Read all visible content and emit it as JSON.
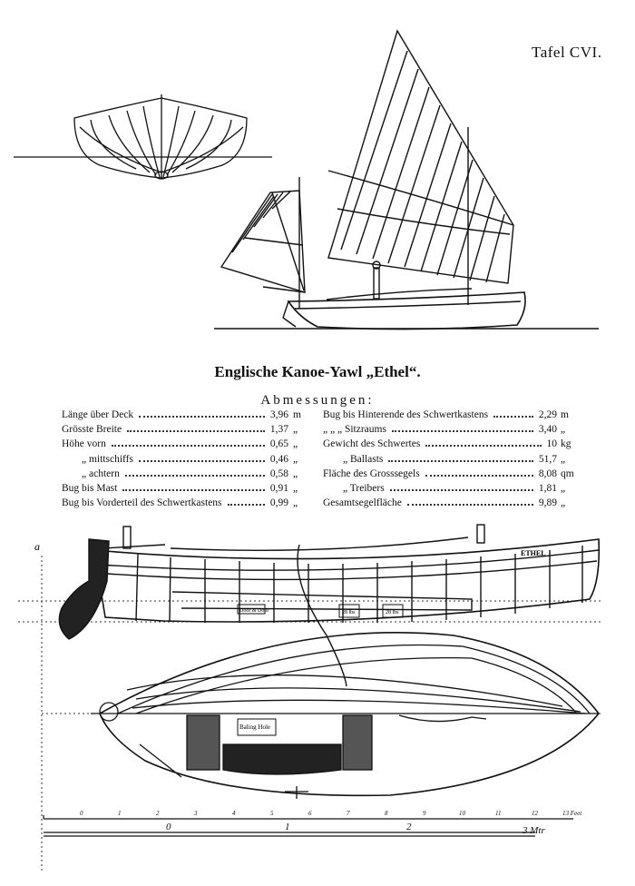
{
  "plate": {
    "number": "Tafel CVI."
  },
  "title": "Englische Kanoe-Yawl „Ethel“.",
  "subtitle": "Abmessungen:",
  "dimensions_left": [
    {
      "label": "Länge über Deck",
      "value": "3,96",
      "unit": "m"
    },
    {
      "label": "Grösste Breite",
      "value": "1,37",
      "unit": "„"
    },
    {
      "label": "Höhe vorn",
      "value": "0,65",
      "unit": "„"
    },
    {
      "label": "„ mittschiffs",
      "value": "0,46",
      "unit": "„"
    },
    {
      "label": "„ achtern",
      "value": "0,58",
      "unit": "„"
    },
    {
      "label": "Bug bis Mast",
      "value": "0,91",
      "unit": "„"
    },
    {
      "label": "Bug bis Vorderteil des Schwertkastens",
      "value": "0,99",
      "unit": "„"
    }
  ],
  "dimensions_right": [
    {
      "label": "Bug bis Hinterende des Schwertkastens",
      "value": "2,29",
      "unit": "m"
    },
    {
      "label": "„ „ „ Sitzraums",
      "value": "3,40",
      "unit": "„"
    },
    {
      "label": "Gewicht des Schwertes",
      "value": "10",
      "unit": "kg"
    },
    {
      "label": "„ Ballasts",
      "value": "51,7",
      "unit": "„"
    },
    {
      "label": "Fläche des Grosssegels",
      "value": "8,08",
      "unit": "qm"
    },
    {
      "label": "„ Treibers",
      "value": "1,81",
      "unit": "„"
    },
    {
      "label": "Gesamtsegelfläche",
      "value": "9,89",
      "unit": "„"
    }
  ],
  "drawing_labels": {
    "hull_name": "ETHEL",
    "door": "Door & Door",
    "ballast_a": "28 lbs",
    "ballast_b": "28 lbs",
    "bailing_hole": "Baling Hole",
    "margin_letter": "a"
  },
  "scale_feet": {
    "labels": [
      "0",
      "1",
      "2",
      "3",
      "4",
      "5",
      "6",
      "7",
      "8",
      "9",
      "10",
      "11",
      "12",
      "13 Feet"
    ]
  },
  "scale_meters": {
    "labels": [
      "0",
      "1",
      "2",
      "3 Mtr"
    ]
  }
}
